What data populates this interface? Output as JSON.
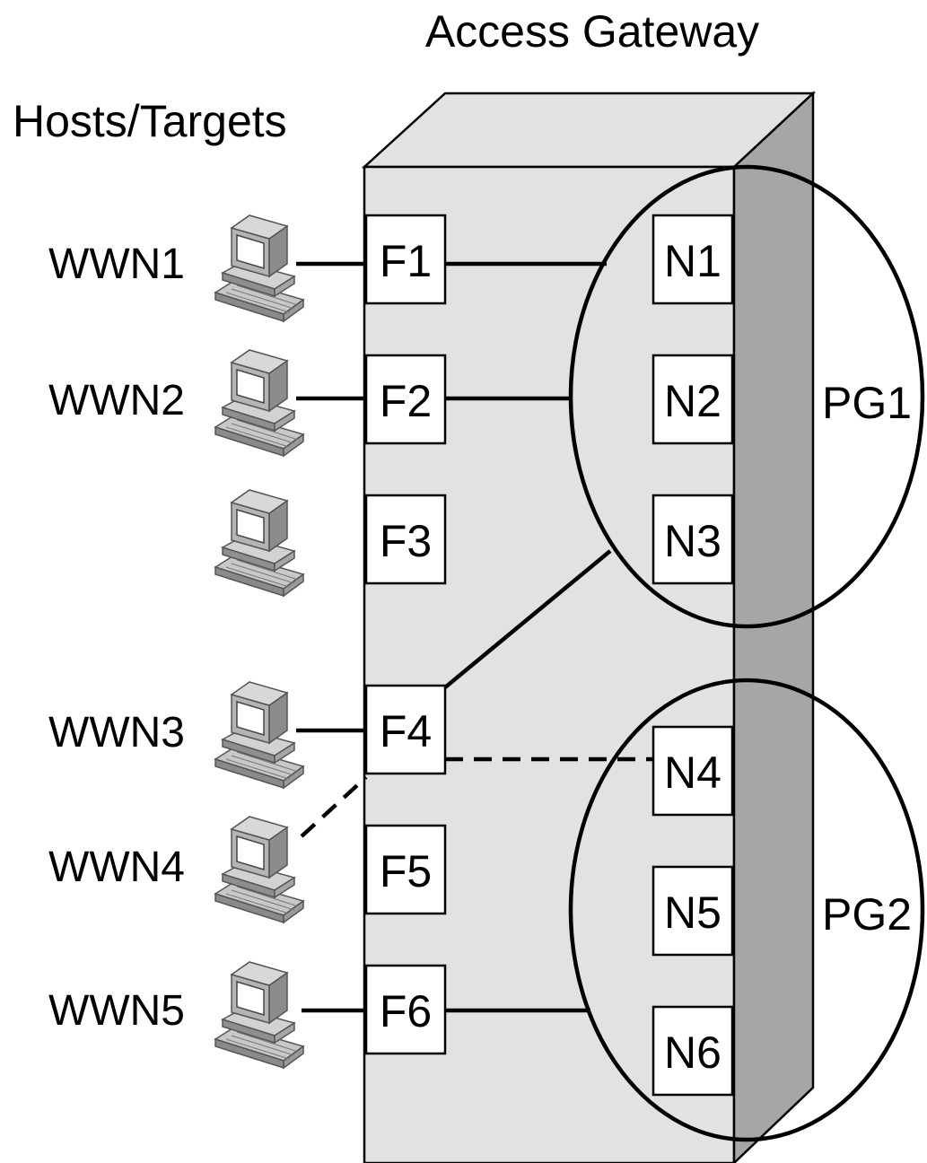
{
  "title": "Access Gateway",
  "hosts_heading": "Hosts/Targets",
  "hosts": [
    {
      "label": "WWN1"
    },
    {
      "label": "WWN2"
    },
    {
      "label": ""
    },
    {
      "label": "WWN3"
    },
    {
      "label": "WWN4"
    },
    {
      "label": "WWN5"
    }
  ],
  "f_ports": [
    "F1",
    "F2",
    "F3",
    "F4",
    "F5",
    "F6"
  ],
  "n_ports": [
    "N1",
    "N2",
    "N3",
    "N4",
    "N5",
    "N6"
  ],
  "port_groups": [
    "PG1",
    "PG2"
  ],
  "colors": {
    "gateway_face": "#e3e1e3",
    "gateway_side": "#a7a5a8",
    "computer_body": "#bdbdbd",
    "computer_screen": "#ffffff"
  }
}
